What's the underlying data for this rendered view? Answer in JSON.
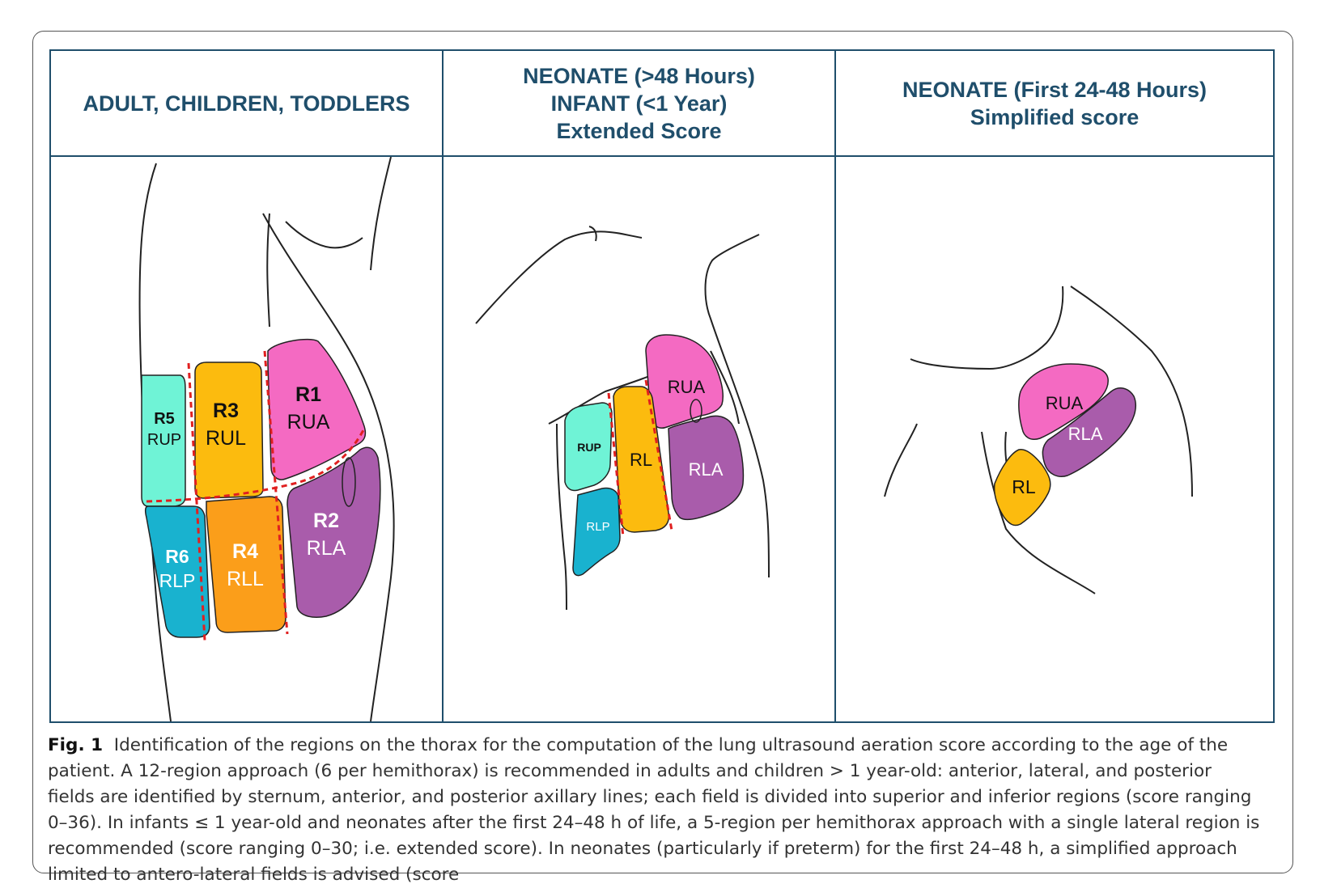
{
  "headers": [
    {
      "lines": [
        "ADULT, CHILDREN, TODDLERS"
      ]
    },
    {
      "lines": [
        "NEONATE (>48 Hours)",
        "INFANT (<1 Year)",
        "Extended Score"
      ]
    },
    {
      "lines": [
        "NEONATE (First 24-48 Hours)",
        "Simplified score"
      ]
    }
  ],
  "panel1": {
    "regions": [
      {
        "code": "R5",
        "name": "RUP",
        "color": "#6ff3d6"
      },
      {
        "code": "R3",
        "name": "RUL",
        "color": "#fcbb0e"
      },
      {
        "code": "R1",
        "name": "RUA",
        "color": "#f46ac2"
      },
      {
        "code": "R6",
        "name": "RLP",
        "color": "#19b2cf"
      },
      {
        "code": "R4",
        "name": "RLL",
        "color": "#fb9e1a"
      },
      {
        "code": "R2",
        "name": "RLA",
        "color": "#a95cab"
      }
    ]
  },
  "panel2": {
    "regions": [
      {
        "name": "RUA",
        "color": "#f46ac2"
      },
      {
        "name": "RUP",
        "color": "#6ff3d6"
      },
      {
        "name": "RL",
        "color": "#fcbb0e"
      },
      {
        "name": "RLA",
        "color": "#a95cab"
      },
      {
        "name": "RLP",
        "color": "#19b2cf"
      }
    ]
  },
  "panel3": {
    "regions": [
      {
        "name": "RUA",
        "color": "#f46ac2"
      },
      {
        "name": "RLA",
        "color": "#a95cab"
      },
      {
        "name": "RL",
        "color": "#fcbb0e"
      }
    ]
  },
  "caption": {
    "label": "Fig. 1",
    "text": "Identification of the regions on the thorax for the computation of the lung ultrasound aeration score according to the age of the patient. A 12-region approach (6 per hemithorax) is recommended in adults and children > 1 year-old: anterior, lateral, and posterior fields are identified by sternum, anterior, and posterior axillary lines; each field is divided into superior and inferior regions (score ranging 0–36). In infants ≤ 1 year-old and neonates after the first 24–48 h of life, a 5-region per hemithorax approach with a single lateral region is recommended (score ranging 0–30; i.e. extended score). In neonates (particularly if preterm) for the first 24–48 h, a simplified approach limited to antero-lateral fields is advised (score"
  },
  "colors": {
    "border": "#1f4e6b",
    "dash": "#e02020",
    "outline": "#222222"
  }
}
